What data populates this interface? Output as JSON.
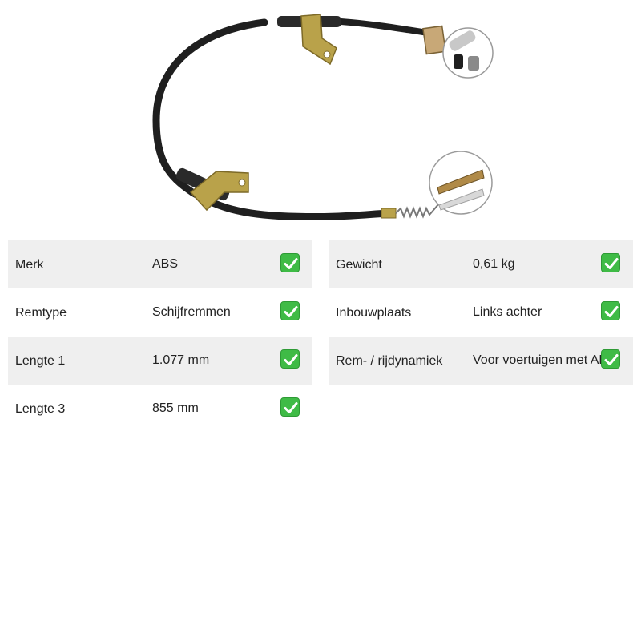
{
  "specs": {
    "left": [
      {
        "label": "Merk",
        "value": "ABS",
        "checked": true
      },
      {
        "label": "Remtype",
        "value": "Schijfremmen",
        "checked": true
      },
      {
        "label": "Lengte 1",
        "value": "1.077 mm",
        "checked": true
      },
      {
        "label": "Lengte 3",
        "value": "855 mm",
        "checked": true
      }
    ],
    "right": [
      {
        "label": "Gewicht",
        "value": "0,61 kg",
        "checked": true
      },
      {
        "label": "Inbouwplaats",
        "value": "Links achter",
        "checked": true
      },
      {
        "label": "Rem- / rijdynamiek",
        "value": "Voor voertuigen met ABS",
        "checked": true
      }
    ]
  },
  "colors": {
    "row_shade": "#efefef",
    "check_green": "#3fbb46",
    "text": "#222222",
    "cable": "#1f1f1f",
    "bracket": "#b9a24a"
  },
  "icons": {
    "check": "check-mark-icon"
  }
}
